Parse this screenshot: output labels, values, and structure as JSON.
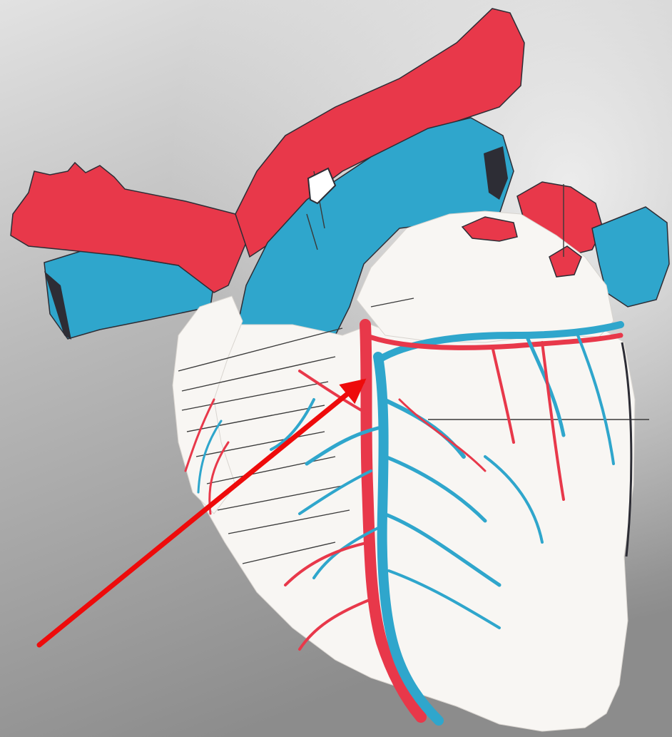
{
  "diagram": {
    "subject": "heart-anterior-view",
    "labels": [],
    "colors": {
      "background_light": "#e2e2e2",
      "background_dark": "#8c8c8c",
      "artery_red": "#e8384a",
      "vein_blue": "#2fa6cc",
      "muscle_white": "#f8f6f3",
      "outline_dark": "#2d2d35",
      "pointer_arrow": "#ee0b0b"
    },
    "structures": [
      {
        "name": "aorta",
        "color_key": "artery_red"
      },
      {
        "name": "superior-vena-cava",
        "color_key": "vein_blue"
      },
      {
        "name": "pulmonary-artery-branches",
        "color_key": "artery_red"
      },
      {
        "name": "pulmonary-veins",
        "color_key": "vein_blue"
      },
      {
        "name": "left-auricle",
        "color_key": "muscle_white"
      },
      {
        "name": "ventricles",
        "color_key": "muscle_white"
      },
      {
        "name": "anterior-interventricular-artery",
        "color_key": "artery_red"
      },
      {
        "name": "great-cardiac-vein",
        "color_key": "vein_blue"
      }
    ],
    "pointer": {
      "target": "anterior-interventricular-artery",
      "icon": "arrow-icon"
    }
  }
}
